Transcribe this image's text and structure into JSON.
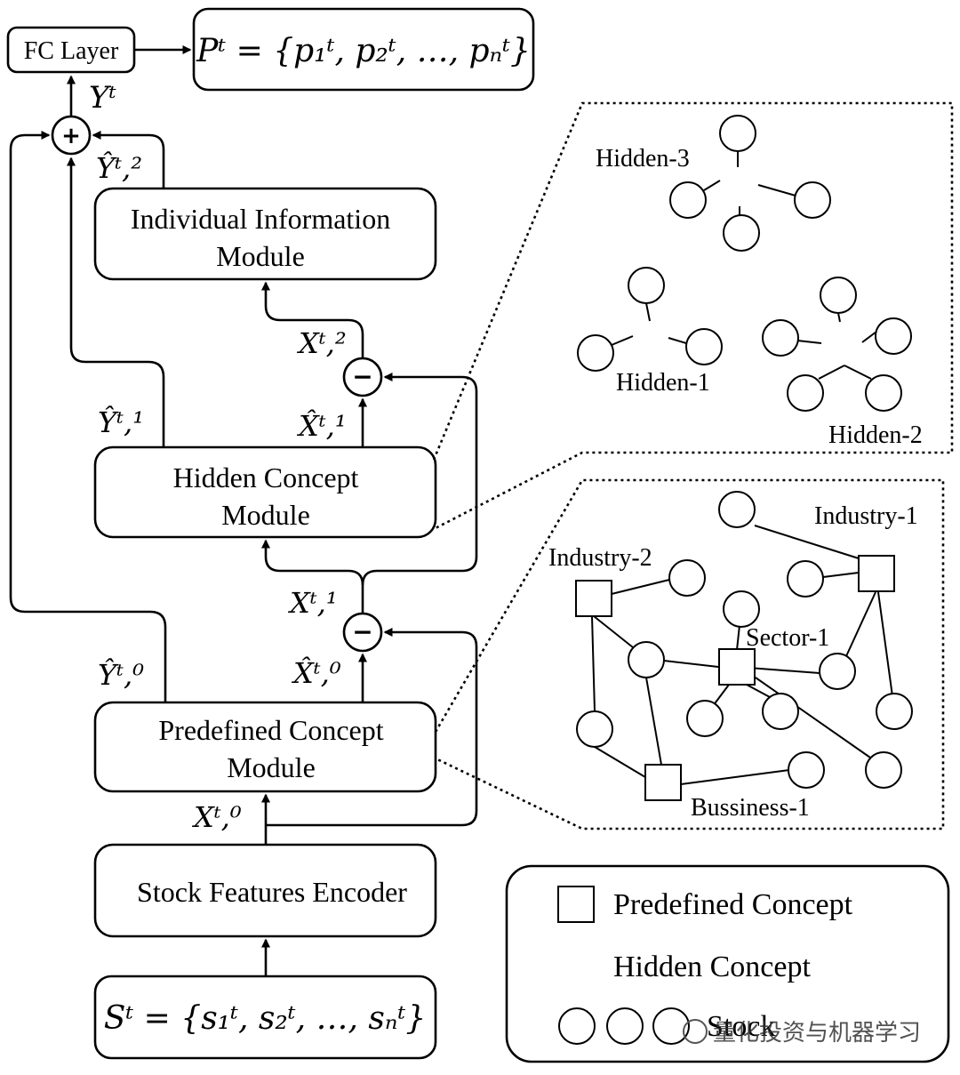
{
  "modules": {
    "fc_layer": "FC Layer",
    "output_formula": "Pᵗ = {p₁ᵗ, p₂ᵗ, …, pₙᵗ}",
    "individual_line1": "Individual Information",
    "individual_line2": "Module",
    "hidden_line1": "Hidden Concept",
    "hidden_line2": "Module",
    "predefined_line1": "Predefined Concept",
    "predefined_line2": "Module",
    "encoder": "Stock Features Encoder",
    "input_formula": "Sᵗ = {s₁ᵗ, s₂ᵗ, …, sₙᵗ}"
  },
  "operators": {
    "plus": "+",
    "minus": "−"
  },
  "flow_labels": {
    "y_t": "Yᵗ",
    "yhat_t2": "Ŷᵗ,²",
    "x_t2": "Xᵗ,²",
    "xhat_t1": "X̂ᵗ,¹",
    "yhat_t1": "Ŷᵗ,¹",
    "x_t1": "Xᵗ,¹",
    "xhat_t0": "X̂ᵗ,⁰",
    "yhat_t0": "Ŷᵗ,⁰",
    "x_t0": "Xᵗ,⁰"
  },
  "hidden_graph": {
    "labels": [
      "Hidden-3",
      "Hidden-1",
      "Hidden-2"
    ]
  },
  "predefined_graph": {
    "labels": [
      "Industry-1",
      "Industry-2",
      "Sector-1",
      "Bussiness-1"
    ]
  },
  "legend": {
    "predefined": "Predefined Concept",
    "hidden": "Hidden Concept",
    "stock": "Stock"
  },
  "watermark": "量化投资与机器学习"
}
